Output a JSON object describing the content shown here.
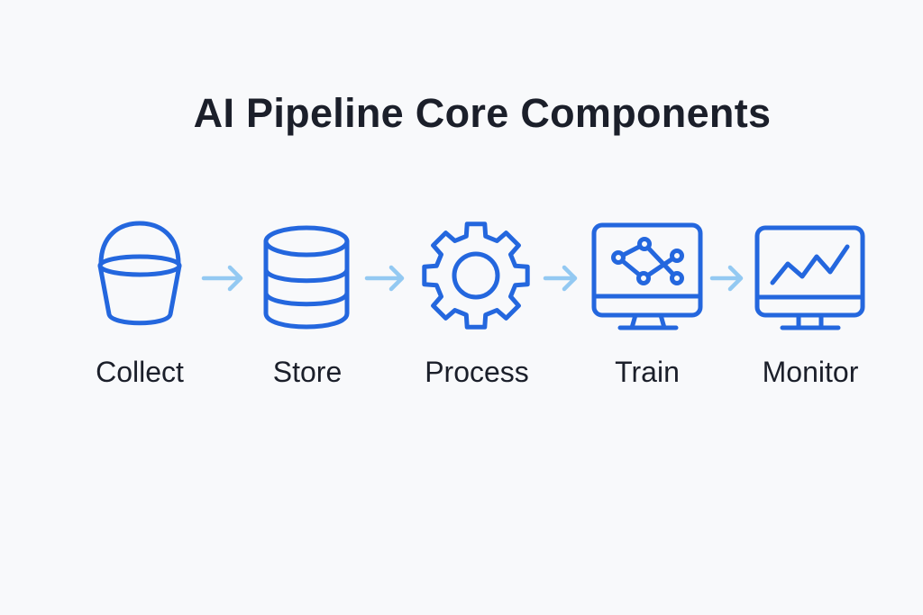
{
  "title": "AI Pipeline Core Components",
  "steps": [
    {
      "label": "Collect",
      "icon": "bucket-icon"
    },
    {
      "label": "Store",
      "icon": "database-icon"
    },
    {
      "label": "Process",
      "icon": "gear-icon"
    },
    {
      "label": "Train",
      "icon": "monitor-network-icon"
    },
    {
      "label": "Monitor",
      "icon": "monitor-chart-icon"
    }
  ],
  "colors": {
    "icon": "#2467de",
    "arrow": "#93c9f2",
    "text": "#1b1f2a",
    "background": "#f8f9fb"
  }
}
